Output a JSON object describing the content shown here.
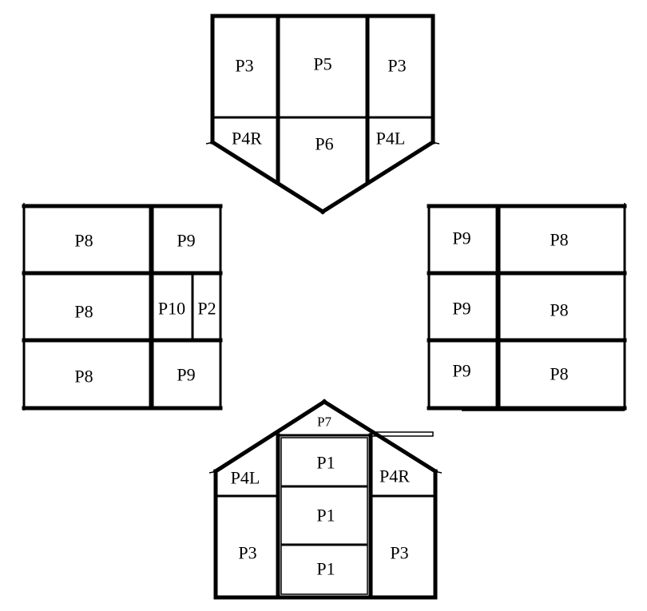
{
  "top_view": {
    "left_upper": "P3",
    "center_upper": "P5",
    "right_upper": "P3",
    "left_lower": "P4R",
    "center_lower": "P6",
    "right_lower": "P4L"
  },
  "left_view": {
    "row1_wide": "P8",
    "row1_narrow": "P9",
    "row2_wide": "P8",
    "row2_a": "P10",
    "row2_b": "P2",
    "row3_wide": "P8",
    "row3_narrow": "P9"
  },
  "right_view": {
    "row1_narrow": "P9",
    "row1_wide": "P8",
    "row2_narrow": "P9",
    "row2_wide": "P8",
    "row3_narrow": "P9",
    "row3_wide": "P8"
  },
  "bottom_view": {
    "gable": "P7",
    "door_1": "P1",
    "door_2": "P1",
    "door_3": "P1",
    "left_gable": "P4L",
    "right_gable": "P4R",
    "left_lower": "P3",
    "right_lower": "P3"
  }
}
